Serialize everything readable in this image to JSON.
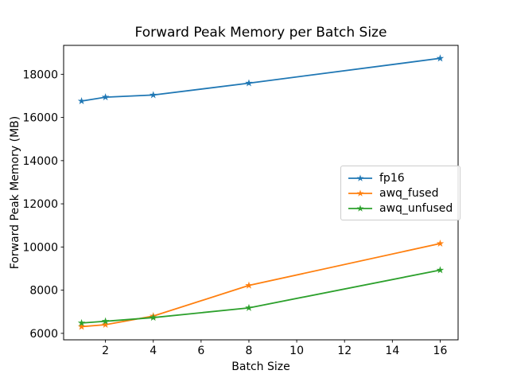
{
  "chart_data": {
    "type": "line",
    "title": "Forward Peak Memory per Batch Size",
    "xlabel": "Batch Size",
    "ylabel": "Forward Peak Memory (MB)",
    "x": [
      1,
      2,
      4,
      8,
      16
    ],
    "series": [
      {
        "name": "fp16",
        "color": "#1f77b4",
        "values": [
          16760,
          16940,
          17040,
          17590,
          18740
        ]
      },
      {
        "name": "awq_fused",
        "color": "#ff7f0e",
        "values": [
          6310,
          6400,
          6800,
          8220,
          10160
        ]
      },
      {
        "name": "awq_unfused",
        "color": "#2ca02c",
        "values": [
          6480,
          6560,
          6730,
          7180,
          8930
        ]
      }
    ],
    "marker": "star",
    "line_width": 1.8,
    "xticks": [
      2,
      4,
      6,
      8,
      10,
      12,
      14,
      16
    ],
    "yticks": [
      6000,
      8000,
      10000,
      12000,
      14000,
      16000,
      18000
    ],
    "xlim": [
      0.25,
      16.75
    ],
    "ylim": [
      5700,
      19340
    ],
    "grid": false,
    "legend_position": "center-right",
    "axis_color": "#000000",
    "background_color": "#ffffff"
  }
}
